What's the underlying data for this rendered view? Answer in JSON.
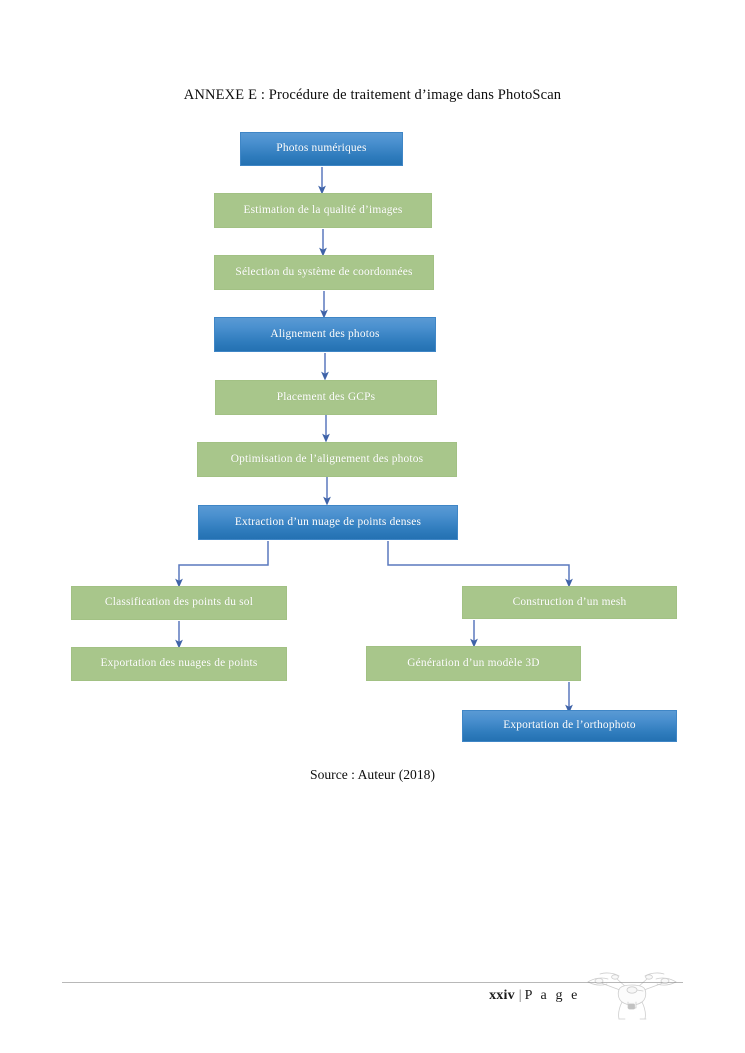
{
  "document": {
    "title": "ANNEXE E : Procédure de traitement d’image dans PhotoScan",
    "source_caption": "Source : Auteur (2018)"
  },
  "colors": {
    "blue_node_top": "#5a9ad4",
    "blue_node_bottom": "#2471b2",
    "green_node": "#a8c68b",
    "connector": "#4a72b8",
    "node_text": "#ffffff",
    "footer_rule": "#b8b8b8"
  },
  "flowchart": {
    "type": "flowchart",
    "orientation": "top-to-bottom",
    "nodes": [
      {
        "id": "n1",
        "label": "Photos numériques",
        "style": "blue"
      },
      {
        "id": "n2",
        "label": "Estimation de la qualité d’images",
        "style": "green"
      },
      {
        "id": "n3",
        "label": "Sélection du système de coordonnées",
        "style": "green"
      },
      {
        "id": "n4",
        "label": "Alignement des photos",
        "style": "blue"
      },
      {
        "id": "n5",
        "label": "Placement des GCPs",
        "style": "green"
      },
      {
        "id": "n6",
        "label": "Optimisation de l’alignement des photos",
        "style": "green"
      },
      {
        "id": "n7",
        "label": "Extraction d’un nuage de points denses",
        "style": "blue"
      },
      {
        "id": "n8",
        "label": "Classification des points du sol",
        "style": "green"
      },
      {
        "id": "n9",
        "label": "Exportation des nuages de points",
        "style": "green"
      },
      {
        "id": "n10",
        "label": "Construction d’un mesh",
        "style": "green"
      },
      {
        "id": "n11",
        "label": "Génération d’un modèle 3D",
        "style": "green"
      },
      {
        "id": "n12",
        "label": "Exportation de l’orthophoto",
        "style": "blue"
      }
    ],
    "edges": [
      {
        "from": "n1",
        "to": "n2",
        "kind": "straight"
      },
      {
        "from": "n2",
        "to": "n3",
        "kind": "straight"
      },
      {
        "from": "n3",
        "to": "n4",
        "kind": "straight"
      },
      {
        "from": "n4",
        "to": "n5",
        "kind": "straight"
      },
      {
        "from": "n5",
        "to": "n6",
        "kind": "straight"
      },
      {
        "from": "n6",
        "to": "n7",
        "kind": "straight"
      },
      {
        "from": "n7",
        "to": "n8",
        "kind": "elbow-left"
      },
      {
        "from": "n7",
        "to": "n10",
        "kind": "elbow-right"
      },
      {
        "from": "n8",
        "to": "n9",
        "kind": "straight"
      },
      {
        "from": "n10",
        "to": "n11",
        "kind": "straight"
      },
      {
        "from": "n11",
        "to": "n12",
        "kind": "straight"
      }
    ]
  },
  "footer": {
    "page_number_roman": "xxiv",
    "separator": "|",
    "page_label": "P a g e",
    "watermark_icon": "drone-icon"
  }
}
